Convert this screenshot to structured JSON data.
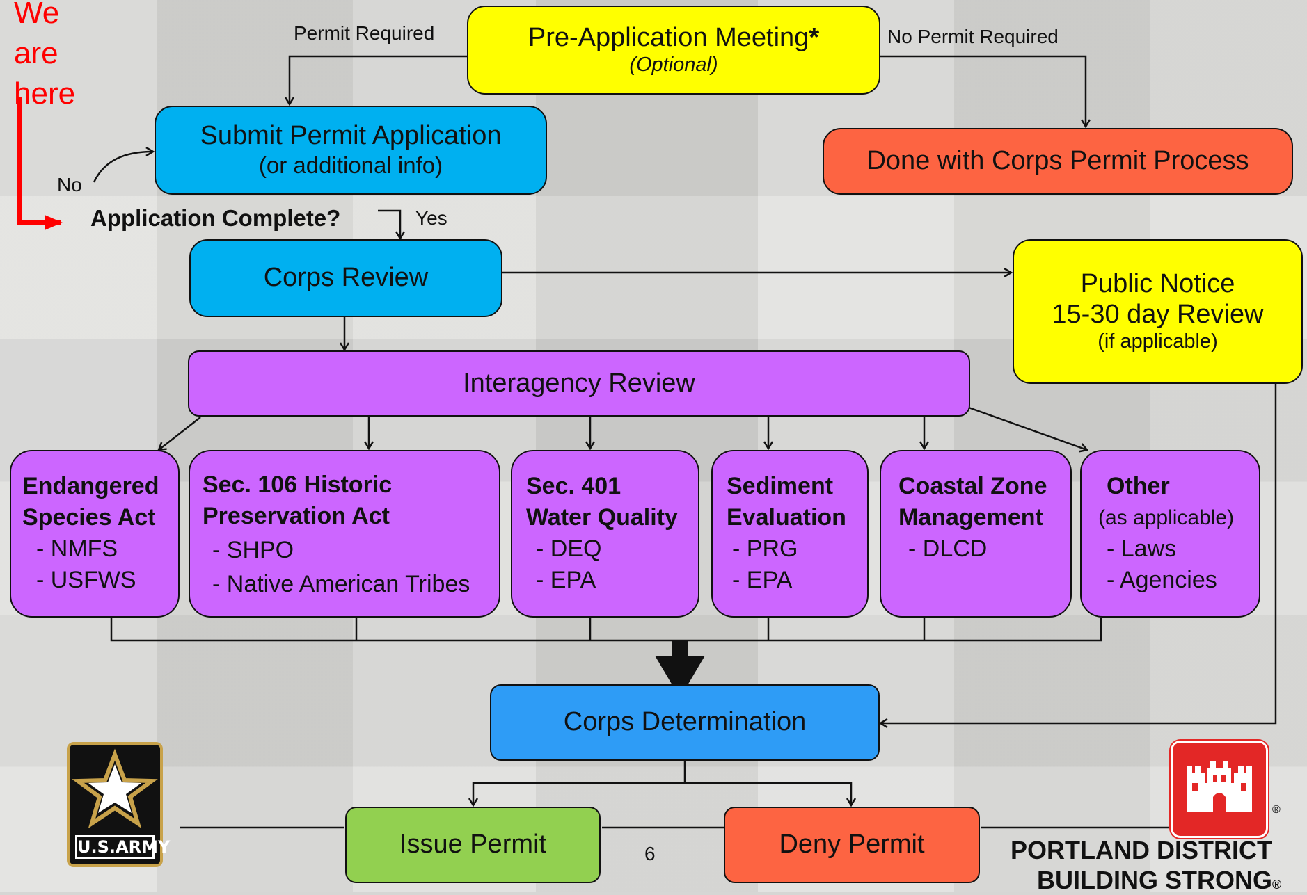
{
  "annotation": {
    "lines": [
      "We",
      "are",
      "here"
    ]
  },
  "labels": {
    "permit_required": "Permit Required",
    "no_permit_required": "No Permit Required",
    "no": "No",
    "yes": "Yes",
    "application_complete": "Application Complete?"
  },
  "nodes": {
    "pre_application": {
      "title": "Pre-Application Meeting",
      "star": "*",
      "subtitle": "(Optional)"
    },
    "submit": {
      "title": "Submit Permit Application",
      "subtitle": "(or additional info)"
    },
    "done": {
      "title": "Done with Corps Permit Process"
    },
    "corps_review": {
      "title": "Corps Review"
    },
    "public_notice": {
      "line1": "Public Notice",
      "line2": "15-30 day Review",
      "subtitle": "(if applicable)"
    },
    "interagency": {
      "title": "Interagency Review"
    },
    "corps_determination": {
      "title": "Corps Determination"
    },
    "issue": {
      "title": "Issue Permit"
    },
    "deny": {
      "title": "Deny Permit"
    }
  },
  "review_boxes": [
    {
      "heading": [
        "Endangered",
        "Species Act"
      ],
      "items": [
        "-  NMFS",
        "-  USFWS"
      ]
    },
    {
      "heading": [
        "Sec. 106 Historic",
        "Preservation Act"
      ],
      "items": [
        "-  SHPO",
        "-  Native American Tribes"
      ]
    },
    {
      "heading": [
        "Sec. 401",
        "Water Quality"
      ],
      "items": [
        "-  DEQ",
        "-  EPA"
      ]
    },
    {
      "heading": [
        "Sediment",
        "Evaluation"
      ],
      "items": [
        "-  PRG",
        "-  EPA"
      ]
    },
    {
      "heading": [
        "Coastal Zone",
        "Management"
      ],
      "items": [
        "-  DLCD"
      ]
    },
    {
      "heading": [
        "Other"
      ],
      "subheading": "(as applicable)",
      "items": [
        "-  Laws",
        "-  Agencies"
      ]
    }
  ],
  "footer": {
    "page_number": "6",
    "district": "PORTLAND DISTRICT",
    "slogan": "BUILDING STRONG",
    "registered": "®"
  },
  "logos": {
    "army_text": "U.S.ARMY"
  },
  "colors": {
    "yellow": "#ffff00",
    "blue": "#00b0f0",
    "orange": "#fd6442",
    "purple": "#cc66ff",
    "green": "#92d050",
    "annotation_red": "#ff0000"
  }
}
